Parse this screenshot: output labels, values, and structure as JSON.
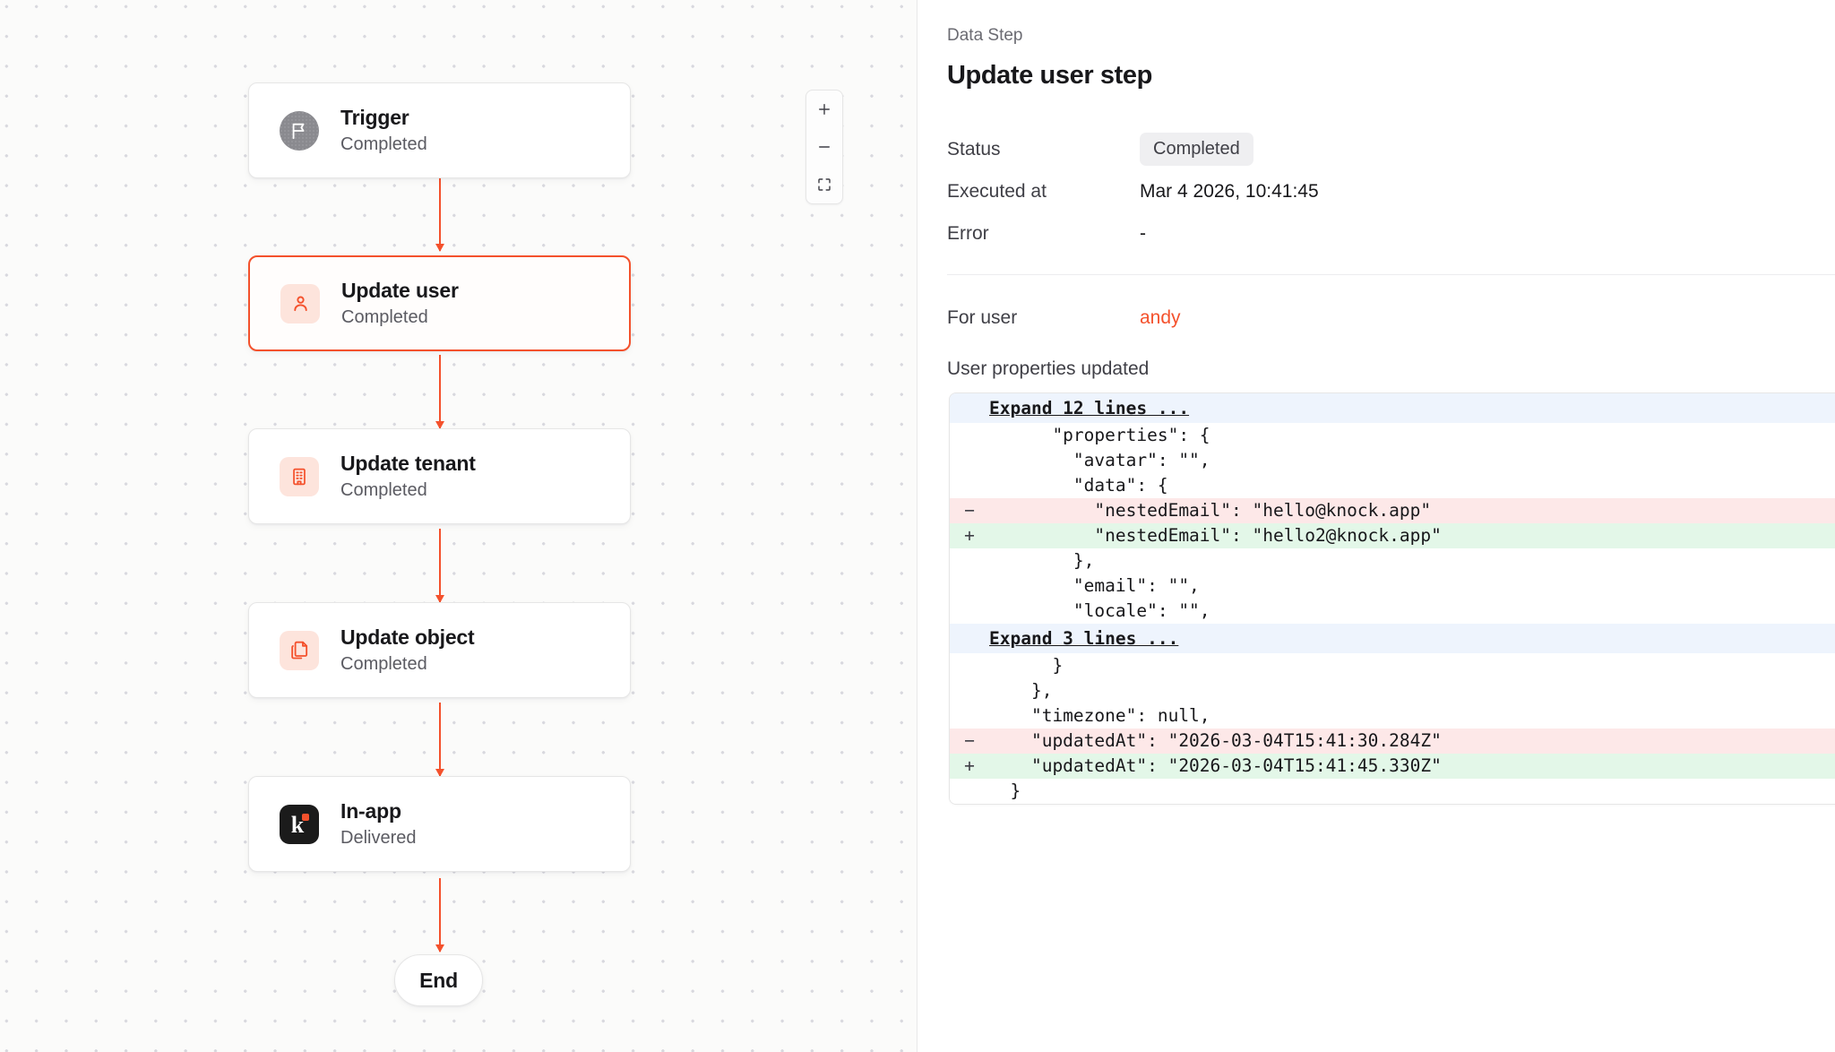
{
  "canvas": {
    "zoom_controls": {
      "zoom_in_label": "+",
      "zoom_out_label": "−",
      "fit_view_label": "fit-view"
    },
    "nodes": [
      {
        "title": "Trigger",
        "status": "Completed",
        "icon": "flag-icon",
        "icon_style": "gray",
        "selected": false
      },
      {
        "title": "Update user",
        "status": "Completed",
        "icon": "user-icon",
        "icon_style": "peach",
        "selected": true
      },
      {
        "title": "Update tenant",
        "status": "Completed",
        "icon": "building-icon",
        "icon_style": "peach",
        "selected": false
      },
      {
        "title": "Update object",
        "status": "Completed",
        "icon": "copy-icon",
        "icon_style": "peach",
        "selected": false
      },
      {
        "title": "In-app",
        "status": "Delivered",
        "icon": "knock-logo-icon",
        "icon_style": "black",
        "selected": false
      }
    ],
    "end_node_label": "End"
  },
  "panel": {
    "eyebrow": "Data Step",
    "title": "Update user step",
    "rows": [
      {
        "label": "Status",
        "value": "Completed",
        "kind": "badge"
      },
      {
        "label": "Executed at",
        "value": "Mar 4 2026, 10:41:45",
        "kind": "text"
      },
      {
        "label": "Error",
        "value": "-",
        "kind": "text"
      }
    ],
    "for_user_label": "For user",
    "for_user_value": "andy",
    "properties_label": "User properties updated",
    "diff": [
      {
        "type": "expand",
        "marker": "",
        "text": "Expand 12 lines ..."
      },
      {
        "type": "ctx",
        "marker": "",
        "text": "      \"properties\": {"
      },
      {
        "type": "ctx",
        "marker": "",
        "text": "        \"avatar\": \"\","
      },
      {
        "type": "ctx",
        "marker": "",
        "text": "        \"data\": {"
      },
      {
        "type": "del",
        "marker": "−",
        "text": "          \"nestedEmail\": \"hello@knock.app\""
      },
      {
        "type": "add",
        "marker": "+",
        "text": "          \"nestedEmail\": \"hello2@knock.app\""
      },
      {
        "type": "ctx",
        "marker": "",
        "text": "        },"
      },
      {
        "type": "ctx",
        "marker": "",
        "text": "        \"email\": \"\","
      },
      {
        "type": "ctx",
        "marker": "",
        "text": "        \"locale\": \"\","
      },
      {
        "type": "expand",
        "marker": "",
        "text": "Expand 3 lines ..."
      },
      {
        "type": "ctx",
        "marker": "",
        "text": "      }"
      },
      {
        "type": "ctx",
        "marker": "",
        "text": "    },"
      },
      {
        "type": "ctx",
        "marker": "",
        "text": "    \"timezone\": null,"
      },
      {
        "type": "del",
        "marker": "−",
        "text": "    \"updatedAt\": \"2026-03-04T15:41:30.284Z\""
      },
      {
        "type": "add",
        "marker": "+",
        "text": "    \"updatedAt\": \"2026-03-04T15:41:45.330Z\""
      },
      {
        "type": "ctx",
        "marker": "",
        "text": "  }"
      }
    ]
  },
  "colors": {
    "accent": "#f4512c",
    "canvas_bg": "#fbfbfa",
    "diff_add_bg": "#e3f7e8",
    "diff_del_bg": "#fde8e8",
    "diff_expand_bg": "#eef4fd"
  }
}
